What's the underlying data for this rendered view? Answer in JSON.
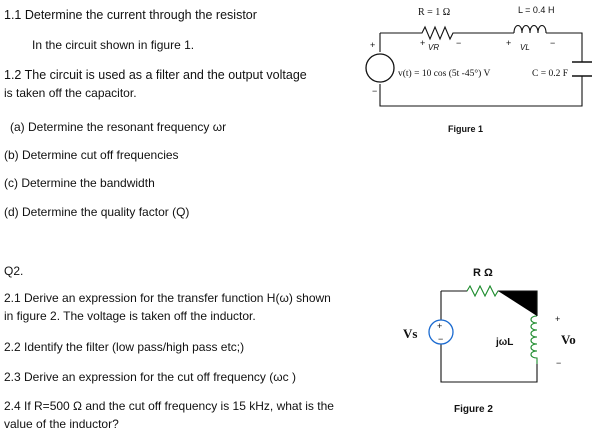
{
  "q1": {
    "heading": "1.1 Determine the current through the resistor",
    "intro": "In the circuit shown in figure 1.",
    "filter_line1": "1.2 The circuit is used as a filter and the output voltage",
    "filter_line2": "is taken off the capacitor.",
    "part_a_text": "(a) Determine the resonant frequency ",
    "part_a_symbol": "ωr",
    "part_b": "(b) Determine cut off frequencies",
    "part_c": "(c) Determine the bandwidth",
    "part_d": "(d) Determine the quality factor (Q)"
  },
  "q2": {
    "label": "Q2.",
    "item1_line1": "2.1 Derive an expression for the transfer function H(ω) shown",
    "item1_line2": "in figure 2. The voltage is taken off the inductor.",
    "item2": "2.2 Identify the filter (low pass/high pass etc;)",
    "item3": "2.3 Derive an expression for the cut off frequency (ωc )",
    "item4_line1": "2.4 If R=500 Ω and the cut off frequency is 15 kHz, what is the",
    "item4_line2": "value of the inductor?"
  },
  "figure1": {
    "resistor_label": "R = 1 Ω",
    "inductor_label": "L = 0.4 H",
    "vr_label": "VR",
    "vl_label": "VL",
    "source_label": "v(t) = 10 cos (5t -45°) V",
    "capacitor_label": "C = 0.2 F",
    "plus": "+",
    "minus": "−",
    "caption": "Figure 1"
  },
  "figure2": {
    "resistor_label": "R Ω",
    "source_label": "Vs",
    "inductor_label": "jωL",
    "output_label": "Vo",
    "plus": "+",
    "minus": "−",
    "caption": "Figure 2"
  }
}
